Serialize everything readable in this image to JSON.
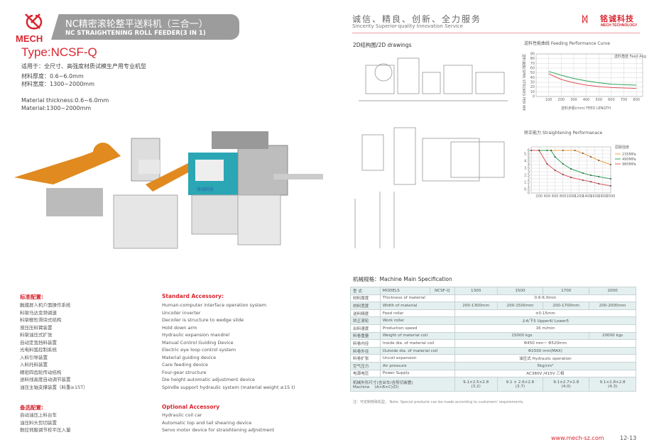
{
  "left": {
    "logo_text": "MECH",
    "title_cn": "NC精密滚轮整平送料机（三合一）",
    "title_en": "NC STRAIGHTENING ROLL FEEDER(3 IN 1)",
    "type": "Type:NCSF-Q",
    "apply": "适用于：全尺寸、高强度材质试模生产用专业机型",
    "thick_cn": "材料厚度：0.6~6.0mm",
    "width_cn": "材料宽度：1300~2000mm",
    "thick_en": "Material thickness:0.6~6.0mm",
    "width_en": "Material:1300~2000mm",
    "machine_panel_label": "铭诚科技",
    "standard_cn_title": "标准配置:",
    "standard_cn": [
      "触摸屏人机介面操作系统",
      "料架马达变频调速",
      "料架楔形滑块式结构",
      "液压压料臂装置",
      "料架油压式扩张",
      "自动定宽挡料装置",
      "光电料弧控制系统",
      "入料引导装置",
      "入料托料装置",
      "精密四齿轮传动结构",
      "送料线高度自动调节装置",
      "油压主轴支撑装置（料重≥15T）"
    ],
    "standard_en_title": "Standard Accessory:",
    "standard_en": [
      "Human-computer interface operation  system",
      "Uncoiler inverter",
      "Decoiler is structure to wedge slide",
      "Hold down arm",
      "Hydraulic expansion mandrel",
      "Manual Control Guiding Device",
      "Electric eye loop control system",
      "Material guiding device",
      "Care feeding device",
      "Four-gear structure",
      "Die height automatic adjustment device",
      "Spindle support hydraulic system (material weight ≥15 t)"
    ],
    "optional_cn_title": "备选配置:",
    "optional_cn": [
      "自动油压上料台车",
      "油压料头剪切装置",
      "数控伺服调节校平压入量"
    ],
    "optional_en_title": "Optional Accessory",
    "optional_en": [
      "Hydraulic coil car",
      "Automatic top and tail shearing device",
      "Servo motor device for straishtening adjnstment"
    ]
  },
  "right": {
    "slogan_cn": "诚信、精良、创新、全力服务",
    "slogan_en": "Sincerity Superior-quality Innovation Service",
    "brand_cn": "铭诚科技",
    "brand_en": "MECH TECHNOLOGY",
    "drawings_title": "2D结构图/2D drawings",
    "spec_title": "机械规格：Machine Main Specification",
    "note": "注：可定制特殊机型。  Note: Special products can be made according to customers' requirements.",
    "url": "www.mech-sz.com",
    "page": "12-13"
  },
  "spec": {
    "header": [
      "型  式",
      "MODELS",
      "NCSF-Q",
      "1300",
      "1500",
      "1700",
      "2000"
    ],
    "rows": [
      {
        "cn": "材料厚度",
        "en": "Thickness of material",
        "vals": [
          "0.6-6.0mm"
        ]
      },
      {
        "cn": "材料宽度",
        "en": "Width of material",
        "vals": [
          "200-1300mm",
          "200-1500mm",
          "200-1700mm",
          "200-2000mm"
        ]
      },
      {
        "cn": "送料精度",
        "en": "Feed roller",
        "vals": [
          "±0.15mm"
        ]
      },
      {
        "cn": "矫正滚轮",
        "en": "Work roller",
        "vals": [
          "上4/下5    Upper4/ Lower5"
        ]
      },
      {
        "cn": "出料速度",
        "en": "Production speed",
        "vals": [
          "16 m/min"
        ]
      },
      {
        "cn": "料卷重量",
        "en": "Weight of material coil",
        "vals": [
          "15000 kgs",
          "20000 kgs"
        ]
      },
      {
        "cn": "料卷内径",
        "en": "Inside dia. of material coil",
        "vals": [
          "Φ450 mm~ Φ520mm"
        ]
      },
      {
        "cn": "料卷外径",
        "en": "Outside dia. of material coil",
        "vals": [
          "Φ1500 mm(MAX)"
        ]
      },
      {
        "cn": "料卷扩张",
        "en": "Uncoil expansion",
        "vals": [
          "油压式    Hydraulic operation"
        ]
      },
      {
        "cn": "空气压力",
        "en": "Air pressure",
        "vals": [
          "5kg/cm²"
        ]
      },
      {
        "cn": "电源电压",
        "en": "Power Supply",
        "vals": [
          "AC380V /415V    三相"
        ]
      },
      {
        "cn": "机械外形尺寸(含台车/含剪切装置)",
        "en": "Machine    (A×B×C)(D)",
        "vals": [
          "9.1×2.5×2.8\n(3.2)",
          "9.1 × 2.6×2.8\n(3.7)",
          "9.1×2.7×2.8\n(4.0)",
          "9.1×2.8×2.8\n(4.3)"
        ]
      }
    ]
  },
  "chart_data": [
    {
      "type": "line",
      "title": "送料性能曲线 Feeding Performance Curve",
      "ylabel": "送料速度(SPM) STROKES PER MINUTE",
      "xlabel": "送料步距(mm) FEED LENGTH",
      "legend_title": "送料角度 Feed Angle",
      "grid": true,
      "xlim": [
        0,
        850
      ],
      "ylim": [
        0,
        90
      ],
      "xticks": [
        100,
        200,
        300,
        400,
        500,
        600,
        700,
        800
      ],
      "yticks": [
        0,
        10,
        20,
        30,
        40,
        50,
        60,
        70,
        80,
        90
      ],
      "x": [
        100,
        200,
        300,
        400,
        500,
        600,
        700,
        800
      ],
      "series": [
        {
          "color": "#2aa55a",
          "values": [
            53,
            45,
            38,
            33,
            29,
            26,
            25,
            24
          ]
        },
        {
          "color": "#e0535b",
          "values": [
            48,
            36,
            29,
            24,
            21,
            19,
            18,
            17
          ]
        }
      ]
    },
    {
      "type": "line",
      "title": "矫正能力 Straightening Performanace",
      "legend_title": "屈服强度",
      "grid": true,
      "xlim": [
        0,
        2000
      ],
      "ylim": [
        0,
        6.5
      ],
      "xticks": [
        200,
        400,
        600,
        800,
        1000,
        1200,
        1400,
        1600,
        1800,
        2000
      ],
      "yticks": [
        0,
        0.5,
        1.0,
        1.5,
        2.0,
        2.5,
        3.0,
        3.5,
        4.0,
        4.5,
        5.0,
        5.5,
        6.0
      ],
      "series": [
        {
          "name": "235MPa",
          "color": "#f0a040",
          "points": [
            [
              0,
              6
            ],
            [
              200,
              6
            ],
            [
              500,
              6
            ],
            [
              800,
              6
            ],
            [
              1100,
              6
            ],
            [
              1300,
              5.6
            ],
            [
              1500,
              5.1
            ],
            [
              1700,
              4.6
            ],
            [
              2000,
              4.0
            ]
          ]
        },
        {
          "name": "490MPa",
          "color": "#2aa55a",
          "points": [
            [
              200,
              6
            ],
            [
              400,
              6
            ],
            [
              500,
              6
            ],
            [
              600,
              5.1
            ],
            [
              800,
              4.1
            ],
            [
              1000,
              3.4
            ],
            [
              1300,
              2.8
            ],
            [
              1500,
              2.5
            ],
            [
              1700,
              2.3
            ],
            [
              2000,
              2.0
            ]
          ]
        },
        {
          "name": "980MPa",
          "color": "#e0535b",
          "points": [
            [
              0,
              6
            ],
            [
              200,
              6
            ],
            [
              400,
              4.1
            ],
            [
              600,
              3.2
            ],
            [
              800,
              2.6
            ],
            [
              1000,
              2.2
            ],
            [
              1300,
              1.8
            ],
            [
              1500,
              1.6
            ],
            [
              1700,
              1.3
            ],
            [
              2000,
              1.0
            ]
          ]
        }
      ]
    }
  ]
}
